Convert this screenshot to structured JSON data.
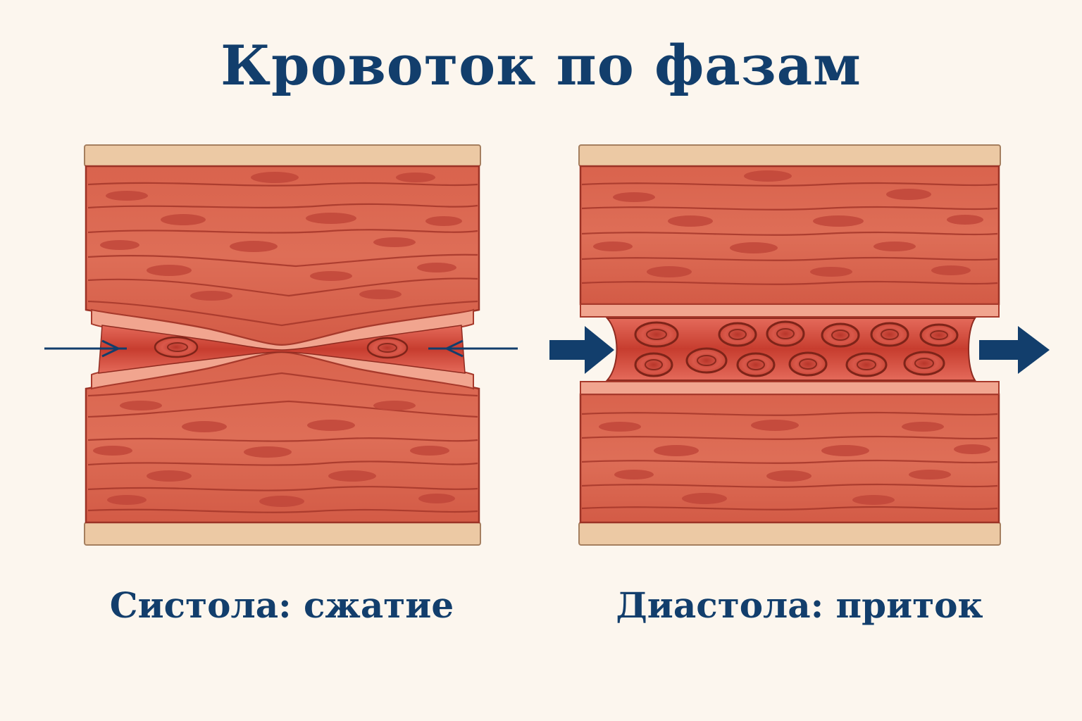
{
  "title": "Кровоток по фазам",
  "panels": [
    {
      "id": "systole",
      "caption": "Систола: сжатие",
      "state": "compressed",
      "flow_arrows": "inward"
    },
    {
      "id": "diastole",
      "caption": "Диастола: приток",
      "state": "open",
      "flow_arrows": "left-to-right"
    }
  ],
  "colors": {
    "background": "#fcf6ee",
    "text": "#123e6c",
    "arrow": "#123e6c",
    "muscle": "#d8644f",
    "muscle_dark": "#b23a2e",
    "adventitia": "#ecc9a4",
    "lumen": "#c8402f",
    "red_cell": "#d24a3a"
  }
}
